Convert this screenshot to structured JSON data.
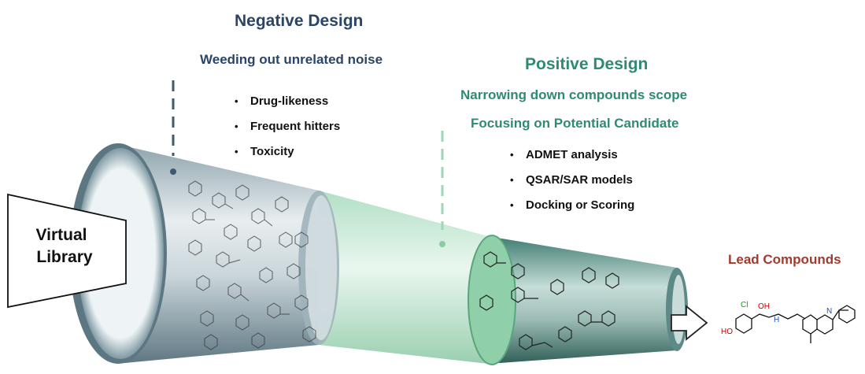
{
  "negative": {
    "title": "Negative Design",
    "subtitle": "Weeding out unrelated noise",
    "items": [
      "Drug-likeness",
      "Frequent hitters",
      "Toxicity"
    ]
  },
  "positive": {
    "title": "Positive Design",
    "subtitle_1": "Narrowing down compounds scope",
    "subtitle_2": "Focusing on Potential Candidate",
    "items": [
      "ADMET analysis",
      "QSAR/SAR models",
      "Docking or Scoring"
    ]
  },
  "library": {
    "line_1": "Virtual",
    "line_2": "Library"
  },
  "lead": {
    "label": "Lead Compounds"
  },
  "atom_labels": {
    "hydroxyl": "HO",
    "chloro": "Cl",
    "oh": "OH",
    "amine": "H",
    "nitrogen": "N"
  },
  "colors": {
    "negative_accent": "#2a4566",
    "positive_accent": "#2f8a74",
    "lead_accent": "#a23a2d",
    "tube_gray": "#6f8893",
    "tube_green": "#9ed3b4"
  }
}
